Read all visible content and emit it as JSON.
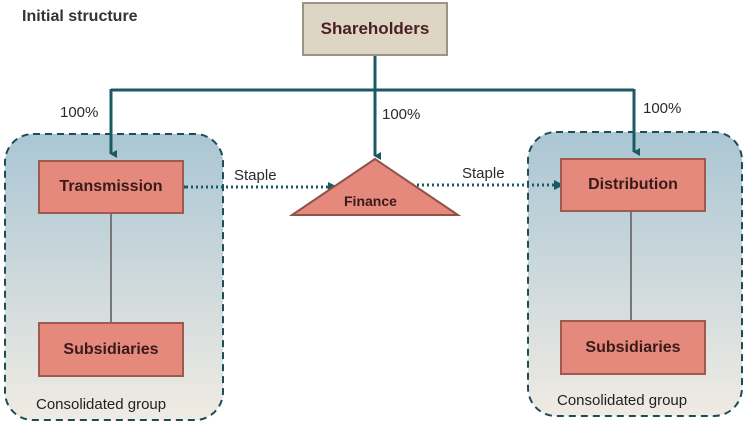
{
  "diagram": {
    "title": "Initial structure",
    "shareholders": "Shareholders",
    "transmission": "Transmission",
    "distribution": "Distribution",
    "finance": "Finance",
    "subsidiaries_left": "Subsidiaries",
    "subsidiaries_right": "Subsidiaries",
    "pct_left": "100%",
    "pct_center": "100%",
    "pct_right": "100%",
    "staple_left": "Staple",
    "staple_right": "Staple",
    "group_left": "Consolidated group",
    "group_right": "Consolidated group"
  },
  "colors": {
    "entity_fill": "#e4897b",
    "shareholder_fill": "#ded6c4",
    "connector": "#1c5a63",
    "group_fill_top": "#aec9d6",
    "group_fill_bottom": "#efeae2"
  }
}
